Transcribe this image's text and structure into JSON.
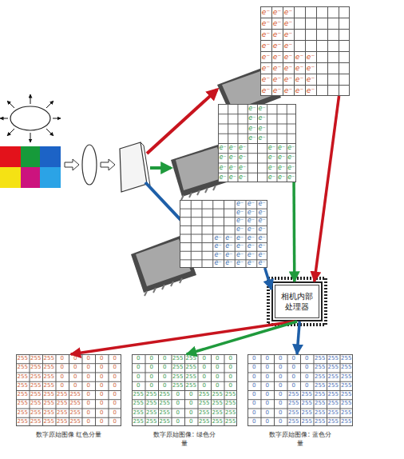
{
  "diagram": {
    "nodes": [
      {
        "text": [
          "e⁻",
          "e⁻",
          "e⁻",
          "e⁻",
          "e⁻",
          "e⁻",
          "e⁻",
          "e⁻",
          "e⁻",
          "e⁻",
          "e⁻",
          "e⁻",
          "e⁻",
          "e⁻",
          "e⁻",
          "e⁻",
          "e⁻",
          "e⁻",
          "e⁻",
          "e⁻",
          "e⁻",
          "e⁻",
          "e⁻",
          "e⁻",
          "e⁻",
          "e⁻",
          "e⁻",
          "e⁻",
          "e⁻",
          "e⁻",
          "e⁻",
          "e⁻"
        ]
      },
      {
        "text": [
          "e⁻",
          "e⁻",
          "e⁻",
          "e⁻",
          "e⁻",
          "e⁻",
          "e⁻",
          "e⁻",
          "e⁻",
          "e⁻",
          "e⁻",
          "e⁻",
          "e⁻",
          "e⁻",
          "e⁻",
          "e⁻",
          "e⁻",
          "e⁻",
          "e⁻",
          "e⁻",
          "e⁻",
          "e⁻",
          "e⁻",
          "e⁻",
          "e⁻",
          "e⁻",
          "e⁻",
          "e⁻",
          "e⁻",
          "e⁻",
          "e⁻",
          "e⁻"
        ]
      },
      {
        "text": [
          "e⁻",
          "e⁻",
          "e⁻",
          "e⁻",
          "e⁻",
          "e⁻",
          "e⁻",
          "e⁻",
          "e⁻",
          "e⁻",
          "e⁻",
          "e⁻",
          "e⁻",
          "e⁻",
          "e⁻",
          "e⁻",
          "e⁻",
          "e⁻",
          "e⁻",
          "e⁻",
          "e⁻",
          "e⁻",
          "e⁻",
          "e⁻",
          "e⁻",
          "e⁻",
          "e⁻",
          "e⁻",
          "e⁻",
          "e⁻",
          "e⁻",
          "e⁻"
        ]
      },
      {
        "text": [
          "相机内部 处理器"
        ]
      },
      {
        "text": [
          "255",
          "255",
          "255",
          "0",
          "0",
          "0",
          "0",
          "0",
          "255",
          "255",
          "255",
          "0",
          "0",
          "0",
          "0",
          "0",
          "255",
          "255",
          "255",
          "0",
          "0",
          "0",
          "0",
          "0",
          "255",
          "255",
          "255",
          "0",
          "0",
          "0",
          "0",
          "0",
          "255",
          "255",
          "255",
          "255",
          "255",
          "0",
          "0",
          "0",
          "255",
          "255",
          "255",
          "255",
          "255",
          "0",
          "0",
          "0",
          "255",
          "255",
          "255",
          "255",
          "255",
          "0",
          "0",
          "0",
          "255",
          "255",
          "255",
          "255",
          "255",
          "0",
          "0",
          "0",
          "数字原始图像 红色分量"
        ]
      },
      {
        "text": [
          "0",
          "0",
          "0",
          "255",
          "255",
          "0",
          "0",
          "0",
          "0",
          "0",
          "0",
          "255",
          "255",
          "0",
          "0",
          "0",
          "0",
          "0",
          "0",
          "255",
          "255",
          "0",
          "0",
          "0",
          "0",
          "0",
          "0",
          "255",
          "255",
          "0",
          "0",
          "0",
          "255",
          "255",
          "255",
          "0",
          "0",
          "255",
          "255",
          "255",
          "255",
          "255",
          "255",
          "0",
          "0",
          "255",
          "255",
          "255",
          "255",
          "255",
          "255",
          "0",
          "0",
          "255",
          "255",
          "255",
          "255",
          "255",
          "255",
          "0",
          "0",
          "255",
          "255",
          "255",
          "数字原始图像: 绿色分量"
        ]
      },
      {
        "text": [
          "0",
          "0",
          "0",
          "0",
          "0",
          "255",
          "255",
          "255",
          "0",
          "0",
          "0",
          "0",
          "0",
          "255",
          "255",
          "255",
          "0",
          "0",
          "0",
          "0",
          "0",
          "255",
          "255",
          "255",
          "0",
          "0",
          "0",
          "0",
          "0",
          "255",
          "255",
          "255",
          "0",
          "0",
          "0",
          "255",
          "255",
          "255",
          "255",
          "255",
          "0",
          "0",
          "0",
          "255",
          "255",
          "255",
          "255",
          "255",
          "0",
          "0",
          "0",
          "255",
          "255",
          "255",
          "255",
          "255",
          "0",
          "0",
          "0",
          "255",
          "255",
          "255",
          "255",
          "255",
          "数字原始图像: 蓝色分量"
        ]
      }
    ],
    "edges": [
      {
        "from": 0,
        "to": 3,
        "arrow": "to"
      },
      {
        "from": 1,
        "to": 3,
        "arrow": "to"
      },
      {
        "from": 2,
        "to": 3,
        "arrow": "to"
      },
      {
        "from": 3,
        "to": 4,
        "arrow": "to"
      },
      {
        "from": 3,
        "to": 5,
        "arrow": "to"
      },
      {
        "from": 3,
        "to": 6,
        "arrow": "to"
      }
    ]
  }
}
